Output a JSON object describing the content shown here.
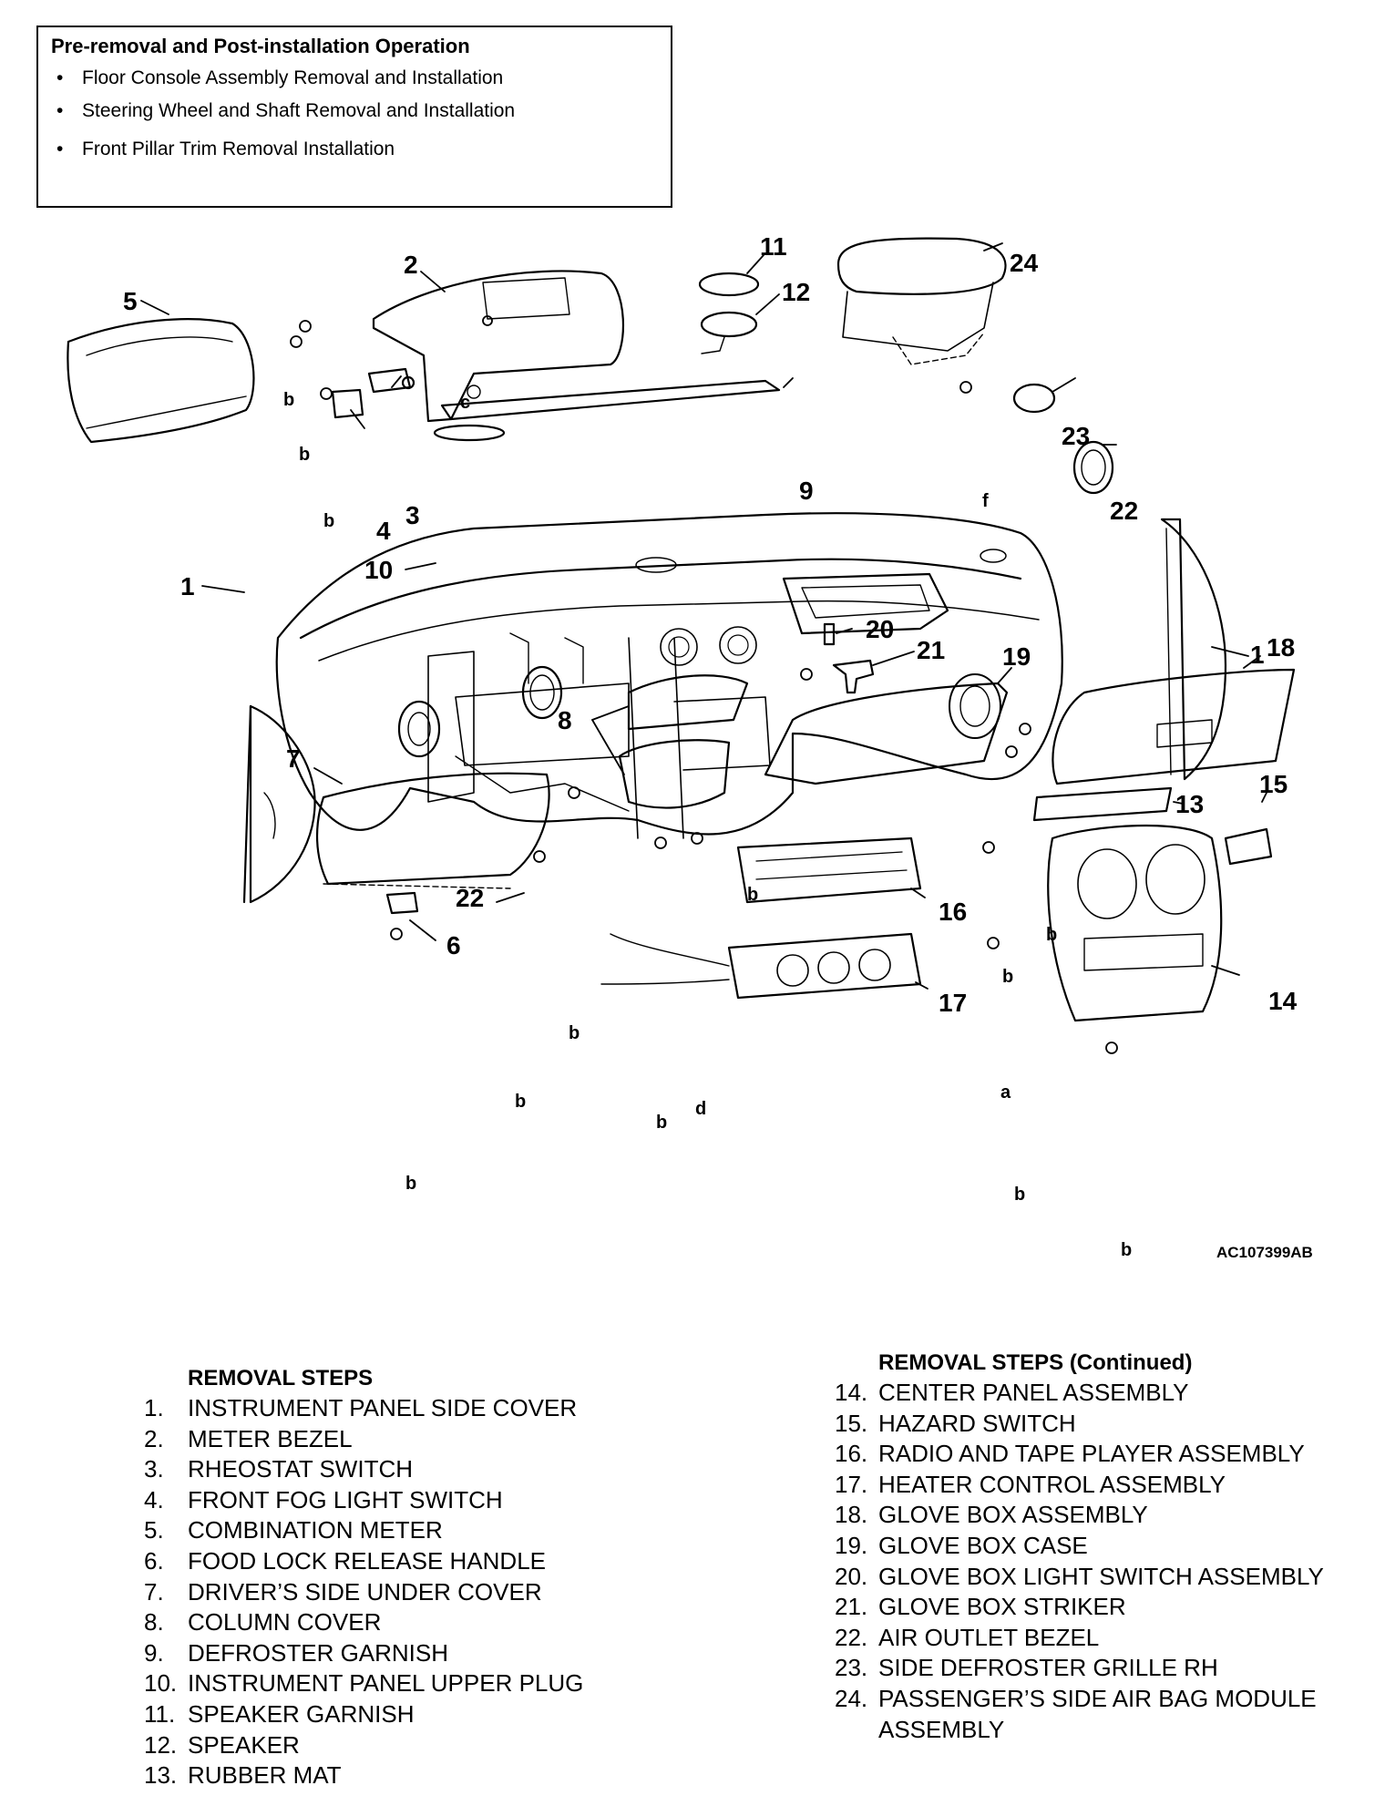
{
  "pre_removal": {
    "title": "Pre-removal and Post-installation Operation",
    "items": [
      "Floor Console Assembly Removal and Installation",
      "Steering Wheel and Shaft Removal and Installation",
      "Front Pillar Trim Removal Installation"
    ]
  },
  "diagram": {
    "figure_code": "AC107399AB",
    "callouts": [
      "1",
      "1",
      "2",
      "3",
      "4",
      "5",
      "6",
      "7",
      "8",
      "9",
      "10",
      "11",
      "12",
      "13",
      "14",
      "15",
      "16",
      "17",
      "18",
      "19",
      "20",
      "21",
      "22",
      "22",
      "23",
      "24"
    ],
    "fastener_letters": [
      "a",
      "b",
      "c",
      "d",
      "f"
    ]
  },
  "removal_steps": {
    "heading": "REMOVAL STEPS",
    "heading_continued": "REMOVAL STEPS (Continued)",
    "left": [
      {
        "num": "1.",
        "text": "INSTRUMENT PANEL SIDE COVER"
      },
      {
        "num": "2.",
        "text": "METER BEZEL"
      },
      {
        "num": "3.",
        "text": "RHEOSTAT SWITCH"
      },
      {
        "num": "4.",
        "text": "FRONT FOG LIGHT SWITCH"
      },
      {
        "num": "5.",
        "text": "COMBINATION METER"
      },
      {
        "num": "6.",
        "text": "FOOD LOCK RELEASE HANDLE"
      },
      {
        "num": "7.",
        "text": "DRIVER’S SIDE UNDER COVER"
      },
      {
        "num": "8.",
        "text": "COLUMN COVER"
      },
      {
        "num": "9.",
        "text": "DEFROSTER GARNISH"
      },
      {
        "num": "10.",
        "text": "INSTRUMENT PANEL UPPER PLUG"
      },
      {
        "num": "11.",
        "text": "SPEAKER GARNISH"
      },
      {
        "num": "12.",
        "text": "SPEAKER"
      },
      {
        "num": "13.",
        "text": "RUBBER MAT"
      }
    ],
    "right": [
      {
        "num": "14.",
        "text": "CENTER PANEL ASSEMBLY"
      },
      {
        "num": "15.",
        "text": "HAZARD SWITCH"
      },
      {
        "num": "16.",
        "text": "RADIO AND TAPE PLAYER ASSEMBLY"
      },
      {
        "num": "17.",
        "text": "HEATER CONTROL ASSEMBLY"
      },
      {
        "num": "18.",
        "text": "GLOVE BOX ASSEMBLY"
      },
      {
        "num": "19.",
        "text": "GLOVE BOX CASE"
      },
      {
        "num": "20.",
        "text": "GLOVE BOX LIGHT SWITCH ASSEMBLY"
      },
      {
        "num": "21.",
        "text": "GLOVE BOX STRIKER"
      },
      {
        "num": "22.",
        "text": "AIR OUTLET BEZEL"
      },
      {
        "num": "23.",
        "text": "SIDE DEFROSTER GRILLE RH"
      },
      {
        "num": "24.",
        "text": "PASSENGER’S SIDE AIR BAG MODULE ASSEMBLY"
      }
    ]
  }
}
